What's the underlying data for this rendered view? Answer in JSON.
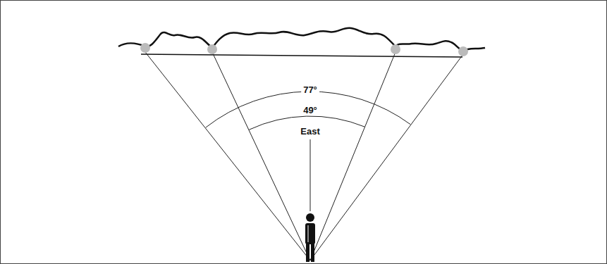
{
  "diagram": {
    "labels": [
      "77°",
      "49°",
      "East"
    ]
  }
}
